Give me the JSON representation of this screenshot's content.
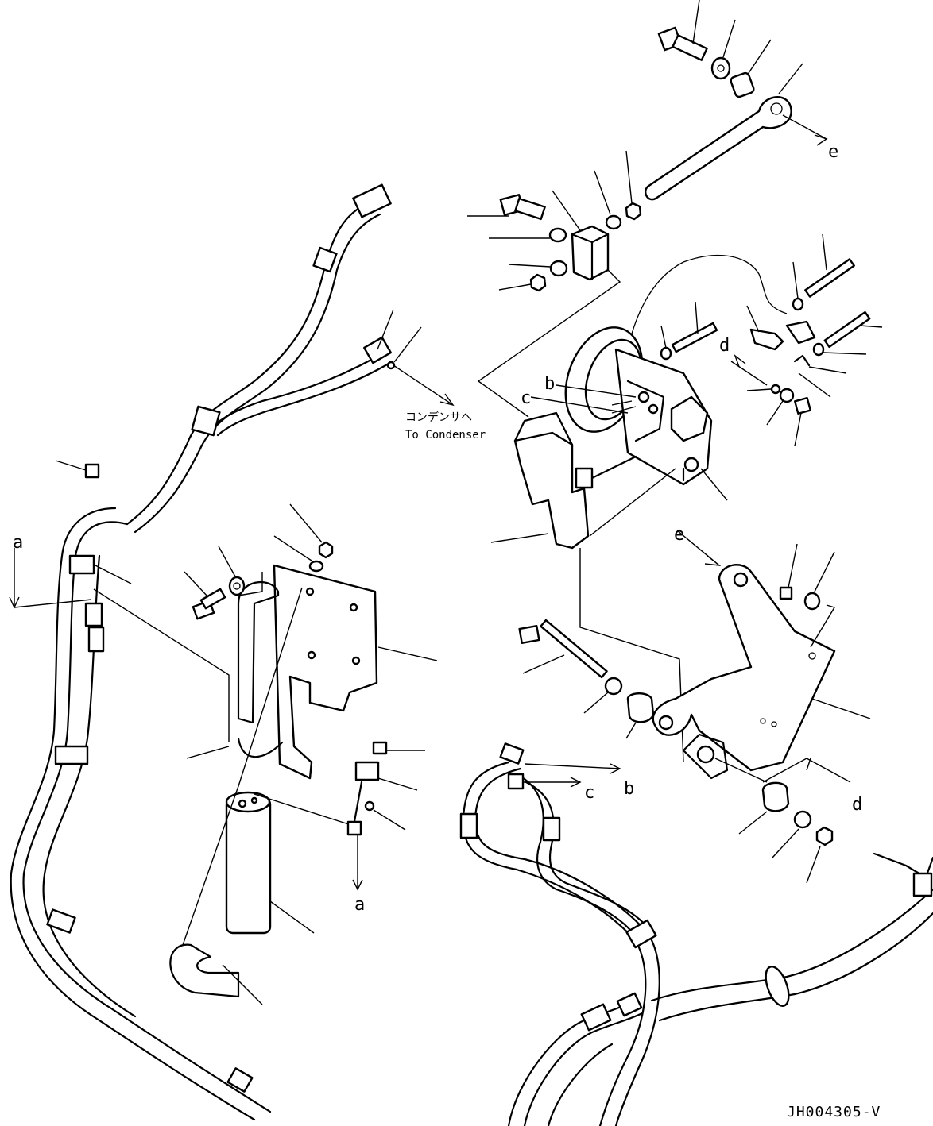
{
  "labels": {
    "a_top": "a",
    "a_bottom": "a",
    "b_upper": "b",
    "b_lower": "b",
    "c_upper": "c",
    "c_lower": "c",
    "d_upper": "d",
    "d_lower": "d",
    "e_upper": "e",
    "e_lower": "e"
  },
  "condenser_note": {
    "japanese": "コンデンサへ",
    "english": "To Condenser"
  },
  "drawing_number": "JH004305-V"
}
